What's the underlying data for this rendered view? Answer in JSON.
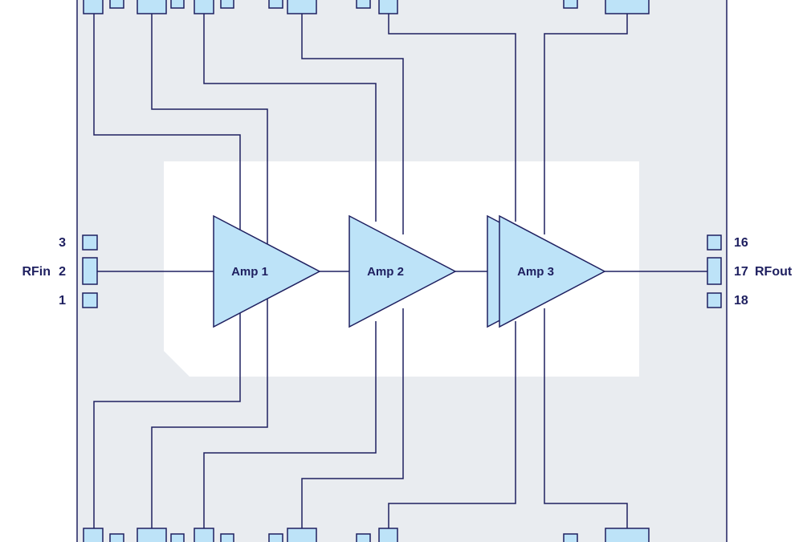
{
  "colors": {
    "stroke": "#1f2060",
    "package_fill": "#e9ecf0",
    "die_fill": "#ffffff",
    "pad_fill": "#bde3f8",
    "amp_fill": "#bde3f8",
    "text": "#1f2060"
  },
  "amplifiers": [
    {
      "label": "Amp 1"
    },
    {
      "label": "Amp 2"
    },
    {
      "label": "Amp 3"
    }
  ],
  "left_pins": [
    {
      "number": "3",
      "name": ""
    },
    {
      "number": "2",
      "name": "RFin"
    },
    {
      "number": "1",
      "name": ""
    }
  ],
  "right_pins": [
    {
      "number": "16",
      "name": ""
    },
    {
      "number": "17",
      "name": "RFout"
    },
    {
      "number": "18",
      "name": ""
    }
  ]
}
